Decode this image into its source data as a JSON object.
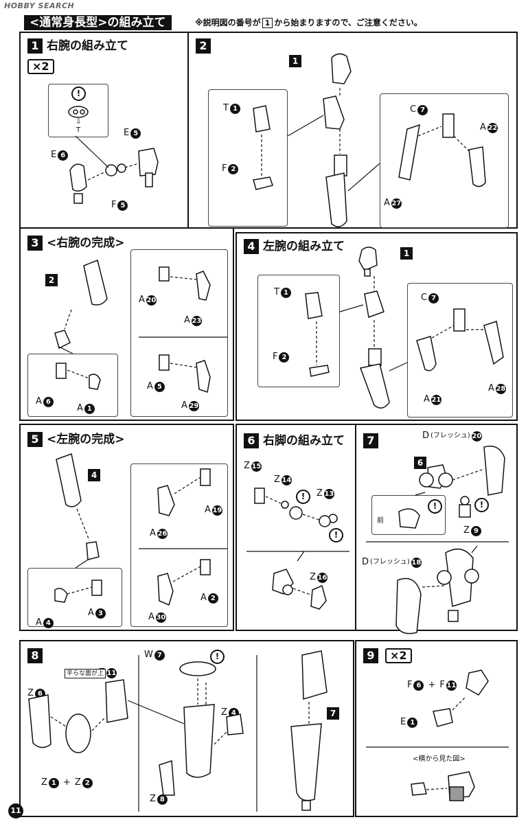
{
  "header": {
    "watermark": "HOBBY SEARCH",
    "title": "<通常身長型>の組み立て",
    "note_prefix": "※説明図の番号が",
    "note_box": "1",
    "note_suffix": "から始まりますので、ご注意ください。"
  },
  "steps": {
    "s1": {
      "num": "1",
      "title": "右腕の組み立て",
      "times": "×2",
      "labels": {
        "e5": "E",
        "e5n": "5",
        "e6": "E",
        "e6n": "6",
        "f5": "F",
        "f5n": "5"
      },
      "warn": "!",
      "arrow_glyph": "⇩",
      "t_glyph": "T"
    },
    "s2": {
      "num": "2",
      "ref1": "1",
      "labels": {
        "t1": "T",
        "t1n": "1",
        "f2": "F",
        "f2n": "2",
        "c7": "C",
        "c7n": "7",
        "a22": "A",
        "a22n": "22",
        "a27": "A",
        "a27n": "27"
      }
    },
    "s3": {
      "num": "3",
      "title": "<右腕の完成>",
      "ref2": "2",
      "labels": {
        "a20": "A",
        "a20n": "20",
        "a23": "A",
        "a23n": "23",
        "a5": "A",
        "a5n": "5",
        "a29": "A",
        "a29n": "29",
        "a6": "A",
        "a6n": "6",
        "a1": "A",
        "a1n": "1"
      }
    },
    "s4": {
      "num": "4",
      "title": "左腕の組み立て",
      "ref1": "1",
      "labels": {
        "t1": "T",
        "t1n": "1",
        "f2": "F",
        "f2n": "2",
        "c7": "C",
        "c7n": "7",
        "a21": "A",
        "a21n": "21",
        "a28": "A",
        "a28n": "28"
      }
    },
    "s5": {
      "num": "5",
      "title": "<左腕の完成>",
      "ref4": "4",
      "labels": {
        "a19": "A",
        "a19n": "19",
        "a26": "A",
        "a26n": "26",
        "a2": "A",
        "a2n": "2",
        "a30": "A",
        "a30n": "30",
        "a4": "A",
        "a4n": "4",
        "a3": "A",
        "a3n": "3"
      }
    },
    "s6": {
      "num": "6",
      "title": "右脚の組み立て",
      "warn": "!",
      "labels": {
        "z15": "Z",
        "z15n": "15",
        "z14": "Z",
        "z14n": "14",
        "z13": "Z",
        "z13n": "13",
        "z16": "Z",
        "z16n": "16"
      }
    },
    "s7": {
      "num": "7",
      "ref6": "6",
      "warn": "!",
      "front": "前",
      "labels": {
        "d20": "D",
        "d20sub": "(フレッシュ)",
        "d20n": "20",
        "z9": "Z",
        "z9n": "9",
        "d18": "D",
        "d18sub": "(フレッシュ)",
        "d18n": "18"
      }
    },
    "s8": {
      "num": "8",
      "ref7": "7",
      "warn": "!",
      "flat_note": "平らな面が上",
      "plus": "+",
      "labels": {
        "z11": "Z",
        "z11n": "11",
        "z6": "Z",
        "z6n": "6",
        "z1": "Z",
        "z1n": "1",
        "z2": "Z",
        "z2n": "2",
        "w7": "W",
        "w7n": "7",
        "z4": "Z",
        "z4n": "4",
        "z8": "Z",
        "z8n": "8"
      }
    },
    "s9": {
      "num": "9",
      "times": "×2",
      "plus": "+",
      "side_view": "<横から見た図>",
      "labels": {
        "f6": "F",
        "f6n": "6",
        "f11": "F",
        "f11n": "11",
        "e1": "E",
        "e1n": "1"
      }
    }
  },
  "page_number": "11"
}
